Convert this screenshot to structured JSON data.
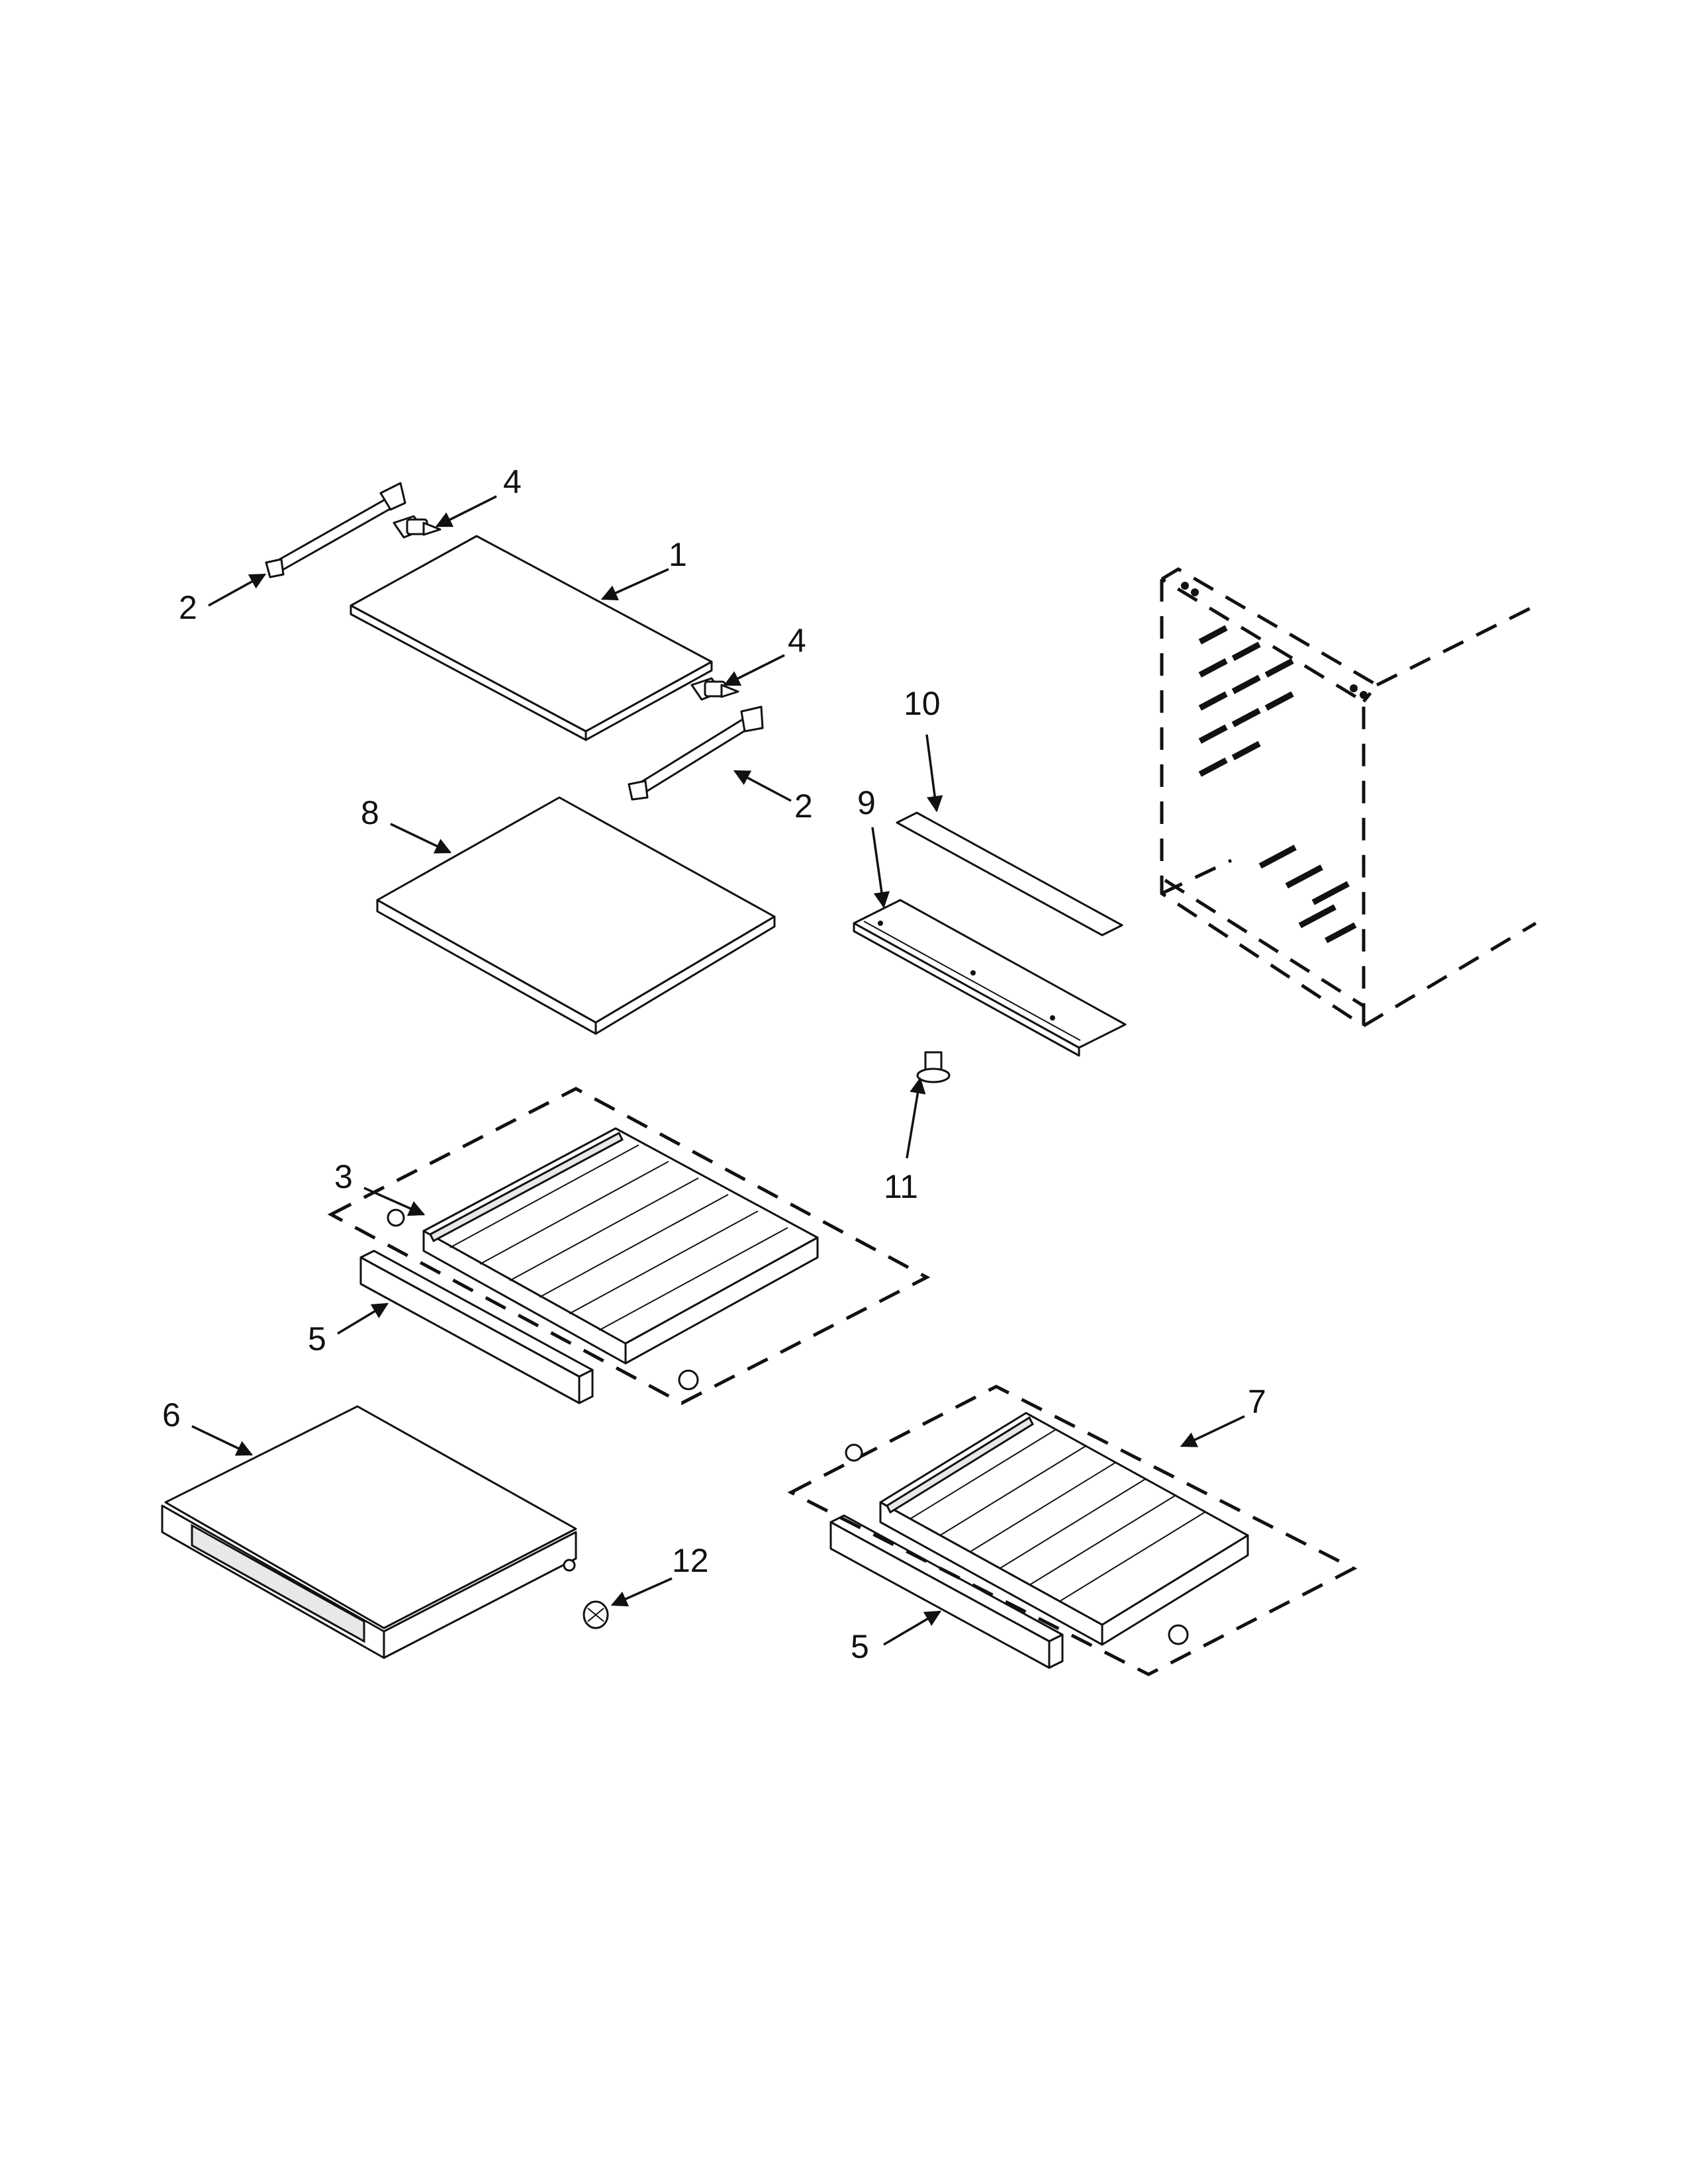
{
  "callouts": [
    {
      "id": "c2a",
      "text": "2"
    },
    {
      "id": "c4a",
      "text": "4"
    },
    {
      "id": "c1",
      "text": "1"
    },
    {
      "id": "c4b",
      "text": "4"
    },
    {
      "id": "c2b",
      "text": "2"
    },
    {
      "id": "c10",
      "text": "10"
    },
    {
      "id": "c9",
      "text": "9"
    },
    {
      "id": "c8",
      "text": "8"
    },
    {
      "id": "c11",
      "text": "11"
    },
    {
      "id": "c3",
      "text": "3"
    },
    {
      "id": "c5a",
      "text": "5"
    },
    {
      "id": "c6",
      "text": "6"
    },
    {
      "id": "c12",
      "text": "12"
    },
    {
      "id": "c7",
      "text": "7"
    },
    {
      "id": "c5b",
      "text": "5"
    }
  ],
  "parts": [
    {
      "id": "p1",
      "name": "glass-shelf-upper"
    },
    {
      "id": "p2",
      "name": "shelf-rail"
    },
    {
      "id": "p3",
      "name": "drawer-frame-upper"
    },
    {
      "id": "p4",
      "name": "screw"
    },
    {
      "id": "p5",
      "name": "drawer-front-trim"
    },
    {
      "id": "p6",
      "name": "drawer-cover-assembly"
    },
    {
      "id": "p7",
      "name": "drawer-frame-lower"
    },
    {
      "id": "p8",
      "name": "glass-shelf-lower"
    },
    {
      "id": "p9",
      "name": "bracket"
    },
    {
      "id": "p10",
      "name": "strip"
    },
    {
      "id": "p11",
      "name": "bolt"
    },
    {
      "id": "p12",
      "name": "knob"
    }
  ]
}
